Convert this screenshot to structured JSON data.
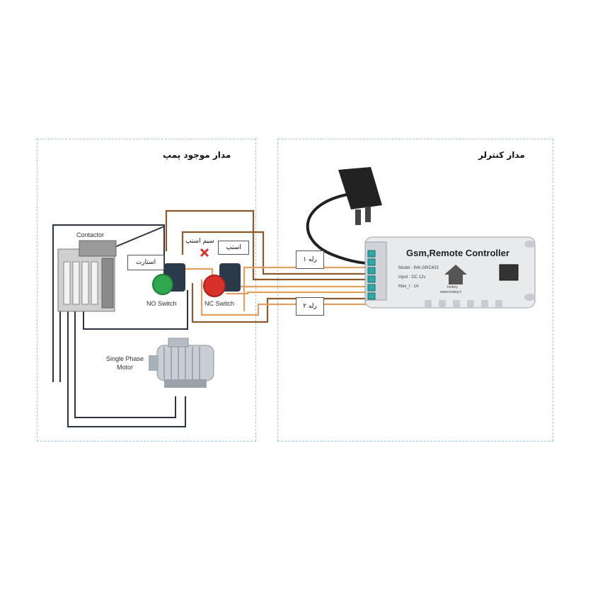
{
  "left_panel": {
    "title": "مدار موجود پمپ",
    "contactor_label": "Contactor",
    "start_label": "استارت",
    "stop_label": "استپ",
    "stop_wire_label": "سیم استپ",
    "no_switch_label": "NO Switch",
    "nc_switch_label": "NC Switch",
    "motor_label_line1": "Single Phase",
    "motor_label_line2": "Motor"
  },
  "right_panel": {
    "title": "مدار کنترلر",
    "relay1_label": "رله ۱",
    "relay2_label": "رله ۲",
    "device": {
      "name": "Gsm,Remote Controller",
      "model": "Model : INK-GRC403",
      "input": "Input : DC 12v",
      "max": "Max_I : 1A",
      "brand": "Inokey",
      "url": "www.inokey.ir"
    }
  },
  "colors": {
    "border": "#9ec6e0",
    "wire_dark": "#2a3340",
    "wire_brown": "#8b5a2b",
    "wire_orange": "#e0a060",
    "button_green": "#2fa84f",
    "button_red": "#d9302a",
    "cross": "#d9302a"
  }
}
